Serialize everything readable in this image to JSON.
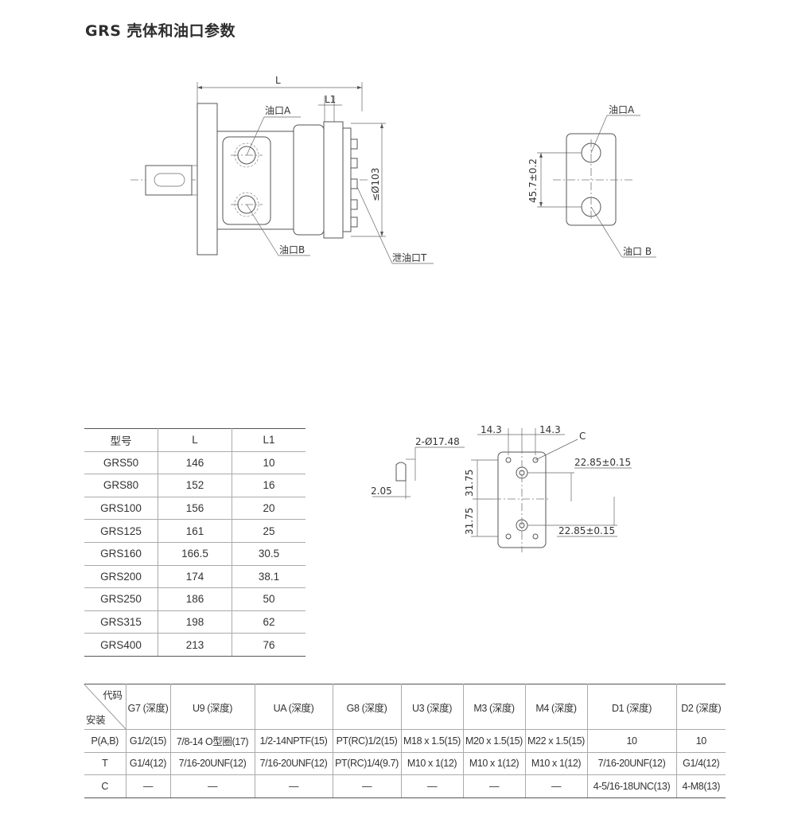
{
  "title": "GRS 壳体和油口参数",
  "drawing_left": {
    "dim_L": "L",
    "dim_L1": "L1",
    "port_a": "油口A",
    "port_b": "油口B",
    "drain_t": "泄油口T",
    "diameter": "≤Ø103"
  },
  "drawing_right": {
    "port_a": "油口A",
    "port_b": "油口 B",
    "spacing": "45.7±0.2"
  },
  "drawing_mount": {
    "w1": "14.3",
    "w2": "14.3",
    "c_label": "C",
    "hole": "2-Ø17.48",
    "depth": "2.05",
    "h1": "31.75",
    "h2": "31.75",
    "off1": "22.85±0.15",
    "off2": "22.85±0.15"
  },
  "model_table": {
    "headers": [
      "型号",
      "L",
      "L1"
    ],
    "rows": [
      [
        "GRS50",
        "146",
        "10"
      ],
      [
        "GRS80",
        "152",
        "16"
      ],
      [
        "GRS100",
        "156",
        "20"
      ],
      [
        "GRS125",
        "161",
        "25"
      ],
      [
        "GRS160",
        "166.5",
        "30.5"
      ],
      [
        "GRS200",
        "174",
        "38.1"
      ],
      [
        "GRS250",
        "186",
        "50"
      ],
      [
        "GRS315",
        "198",
        "62"
      ],
      [
        "GRS400",
        "213",
        "76"
      ]
    ]
  },
  "port_table": {
    "corner_top": "代码",
    "corner_bottom": "安装",
    "headers": [
      "G7 (深度)",
      "U9 (深度)",
      "UA (深度)",
      "G8 (深度)",
      "U3 (深度)",
      "M3 (深度)",
      "M4 (深度)",
      "D1 (深度)",
      "D2 (深度)"
    ],
    "rows": [
      {
        "label": "P(A,B)",
        "cells": [
          "G1/2(15)",
          "7/8-14 O型圈(17)",
          "1/2-14NPTF(15)",
          "PT(RC)1/2(15)",
          "M18 x 1.5(15)",
          "M20 x 1.5(15)",
          "M22 x 1.5(15)",
          "10",
          "10"
        ]
      },
      {
        "label": "T",
        "cells": [
          "G1/4(12)",
          "7/16-20UNF(12)",
          "7/16-20UNF(12)",
          "PT(RC)1/4(9.7)",
          "M10 x 1(12)",
          "M10 x 1(12)",
          "M10 x 1(12)",
          "7/16-20UNF(12)",
          "G1/4(12)"
        ]
      },
      {
        "label": "C",
        "cells": [
          "—",
          "—",
          "—",
          "—",
          "—",
          "—",
          "—",
          "4-5/16-18UNC(13)",
          "4-M8(13)"
        ]
      }
    ]
  }
}
